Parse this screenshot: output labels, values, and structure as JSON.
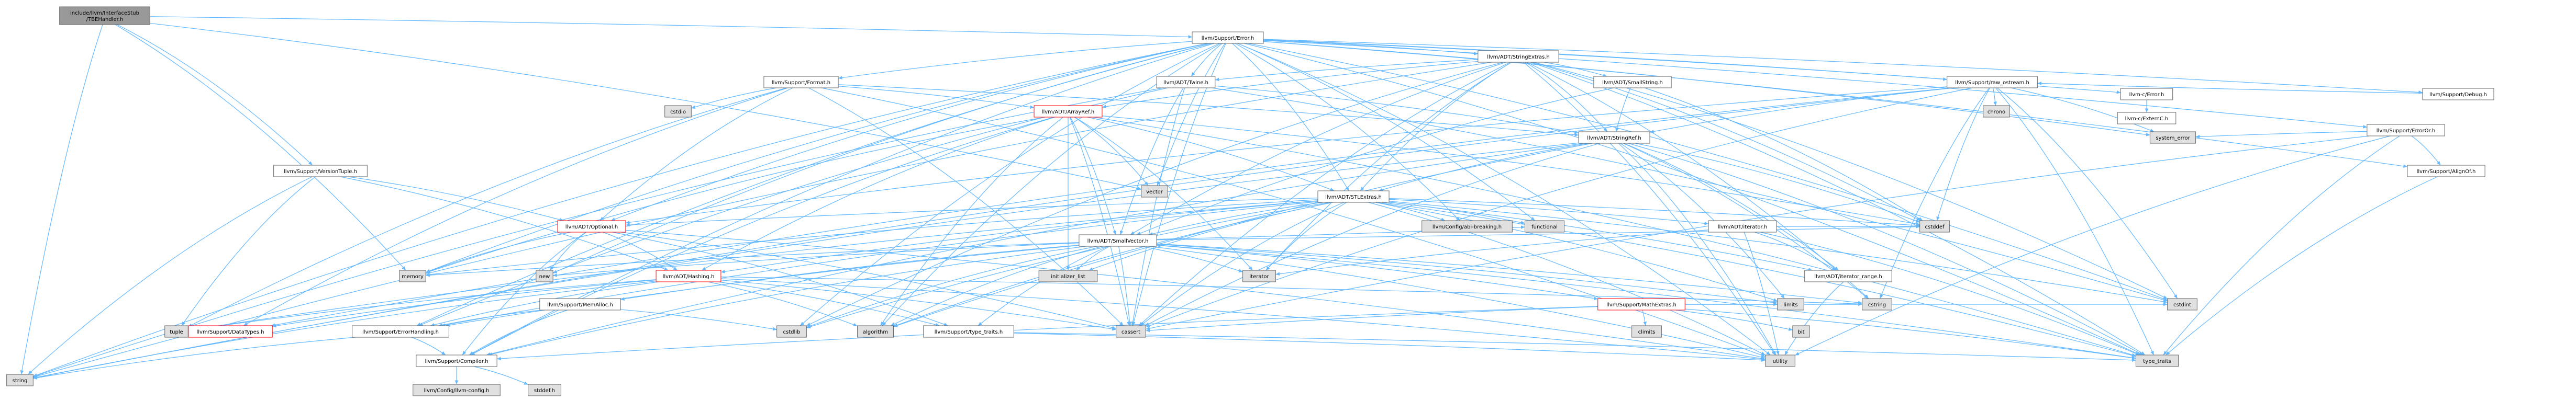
{
  "colors": {
    "focus_fill": "#999999",
    "internal_fill": "#ffffff",
    "internal_border": "#666666",
    "external_fill": "#e0e0e0",
    "incomplete_border": "#ff0000",
    "edge": "#63b8ff"
  },
  "nodes": [
    {
      "id": "root",
      "lines": [
        "include/llvm/InterfaceStub",
        "/TBEHandler.h"
      ],
      "kind": "focus"
    },
    {
      "id": "error",
      "lines": [
        "llvm/Support/Error.h"
      ],
      "kind": "internal"
    },
    {
      "id": "stringextras",
      "lines": [
        "llvm/ADT/StringExtras.h"
      ],
      "kind": "internal"
    },
    {
      "id": "rawostream",
      "lines": [
        "llvm/Support/raw_ostream.h"
      ],
      "kind": "internal"
    },
    {
      "id": "format",
      "lines": [
        "llvm/Support/Format.h"
      ],
      "kind": "internal"
    },
    {
      "id": "twine",
      "lines": [
        "llvm/ADT/Twine.h"
      ],
      "kind": "internal"
    },
    {
      "id": "smallstring",
      "lines": [
        "llvm/ADT/SmallString.h"
      ],
      "kind": "internal"
    },
    {
      "id": "cerror",
      "lines": [
        "llvm-c/Error.h"
      ],
      "kind": "internal"
    },
    {
      "id": "cexternc",
      "lines": [
        "llvm-c/ExternC.h"
      ],
      "kind": "internal"
    },
    {
      "id": "debug",
      "lines": [
        "llvm/Support/Debug.h"
      ],
      "kind": "internal"
    },
    {
      "id": "erroror",
      "lines": [
        "llvm/Support/ErrorOr.h"
      ],
      "kind": "internal"
    },
    {
      "id": "alignof",
      "lines": [
        "llvm/Support/AlignOf.h"
      ],
      "kind": "internal"
    },
    {
      "id": "versiontuple",
      "lines": [
        "llvm/Support/VersionTuple.h"
      ],
      "kind": "internal"
    },
    {
      "id": "arrayref",
      "lines": [
        "llvm/ADT/ArrayRef.h"
      ],
      "kind": "incomplete"
    },
    {
      "id": "stringref",
      "lines": [
        "llvm/ADT/StringRef.h"
      ],
      "kind": "internal"
    },
    {
      "id": "stlextras",
      "lines": [
        "llvm/ADT/STLExtras.h"
      ],
      "kind": "internal"
    },
    {
      "id": "optional",
      "lines": [
        "llvm/ADT/Optional.h"
      ],
      "kind": "incomplete"
    },
    {
      "id": "smallvector",
      "lines": [
        "llvm/ADT/SmallVector.h"
      ],
      "kind": "internal"
    },
    {
      "id": "iterator",
      "lines": [
        "llvm/ADT/iterator.h"
      ],
      "kind": "internal"
    },
    {
      "id": "iteratorrange",
      "lines": [
        "llvm/ADT/iterator_range.h"
      ],
      "kind": "internal"
    },
    {
      "id": "hashing",
      "lines": [
        "llvm/ADT/Hashing.h"
      ],
      "kind": "incomplete"
    },
    {
      "id": "mathextras",
      "lines": [
        "llvm/Support/MathExtras.h"
      ],
      "kind": "incomplete"
    },
    {
      "id": "memalloc",
      "lines": [
        "llvm/Support/MemAlloc.h"
      ],
      "kind": "internal"
    },
    {
      "id": "errorhandling",
      "lines": [
        "llvm/Support/ErrorHandling.h"
      ],
      "kind": "internal"
    },
    {
      "id": "compiler",
      "lines": [
        "llvm/Support/Compiler.h"
      ],
      "kind": "internal"
    },
    {
      "id": "datatypes",
      "lines": [
        "llvm/Support/DataTypes.h"
      ],
      "kind": "incomplete"
    },
    {
      "id": "typetraitsllvm",
      "lines": [
        "llvm/Support/type_traits.h"
      ],
      "kind": "internal"
    },
    {
      "id": "abibreaking",
      "lines": [
        "llvm/Config/abi-breaking.h"
      ],
      "kind": "external"
    },
    {
      "id": "llvmconfig",
      "lines": [
        "llvm/Config/llvm-config.h"
      ],
      "kind": "external"
    },
    {
      "id": "stddef",
      "lines": [
        "stddef.h"
      ],
      "kind": "external"
    },
    {
      "id": "string",
      "lines": [
        "string"
      ],
      "kind": "external"
    },
    {
      "id": "memory",
      "lines": [
        "memory"
      ],
      "kind": "external"
    },
    {
      "id": "new",
      "lines": [
        "new"
      ],
      "kind": "external"
    },
    {
      "id": "tuple",
      "lines": [
        "tuple"
      ],
      "kind": "external"
    },
    {
      "id": "cstdio",
      "lines": [
        "cstdio"
      ],
      "kind": "external"
    },
    {
      "id": "vector",
      "lines": [
        "vector"
      ],
      "kind": "external"
    },
    {
      "id": "functional",
      "lines": [
        "functional"
      ],
      "kind": "external"
    },
    {
      "id": "initlist",
      "lines": [
        "initializer_list"
      ],
      "kind": "external"
    },
    {
      "id": "iteratorstd",
      "lines": [
        "iterator"
      ],
      "kind": "external"
    },
    {
      "id": "algorithm",
      "lines": [
        "algorithm"
      ],
      "kind": "external"
    },
    {
      "id": "cassert",
      "lines": [
        "cassert"
      ],
      "kind": "external"
    },
    {
      "id": "cstddef",
      "lines": [
        "cstddef"
      ],
      "kind": "external"
    },
    {
      "id": "cstdlib",
      "lines": [
        "cstdlib"
      ],
      "kind": "external"
    },
    {
      "id": "cstring",
      "lines": [
        "cstring"
      ],
      "kind": "external"
    },
    {
      "id": "climits",
      "lines": [
        "climits"
      ],
      "kind": "external"
    },
    {
      "id": "limits",
      "lines": [
        "limits"
      ],
      "kind": "external"
    },
    {
      "id": "cstdint",
      "lines": [
        "cstdint"
      ],
      "kind": "external"
    },
    {
      "id": "utility",
      "lines": [
        "utility"
      ],
      "kind": "external"
    },
    {
      "id": "typetraits",
      "lines": [
        "type_traits"
      ],
      "kind": "external"
    },
    {
      "id": "systemerror",
      "lines": [
        "system_error"
      ],
      "kind": "external"
    },
    {
      "id": "chrono",
      "lines": [
        "chrono"
      ],
      "kind": "external"
    },
    {
      "id": "bit",
      "lines": [
        "bit"
      ],
      "kind": "external"
    }
  ],
  "edges": [
    [
      "root",
      "error"
    ],
    [
      "root",
      "versiontuple"
    ],
    [
      "root",
      "memory"
    ],
    [
      "root",
      "string"
    ],
    [
      "root",
      "vector"
    ],
    [
      "error",
      "cerror"
    ],
    [
      "error",
      "stringextras"
    ],
    [
      "error",
      "twine"
    ],
    [
      "error",
      "abibreaking"
    ],
    [
      "error",
      "alignof"
    ],
    [
      "error",
      "compiler"
    ],
    [
      "error",
      "debug"
    ],
    [
      "error",
      "errorhandling"
    ],
    [
      "error",
      "erroror"
    ],
    [
      "error",
      "format"
    ],
    [
      "error",
      "rawostream"
    ],
    [
      "error",
      "algorithm"
    ],
    [
      "error",
      "cassert"
    ],
    [
      "error",
      "cstdint"
    ],
    [
      "error",
      "cstdlib"
    ],
    [
      "error",
      "functional"
    ],
    [
      "error",
      "memory"
    ],
    [
      "error",
      "new"
    ],
    [
      "error",
      "optional"
    ],
    [
      "error",
      "string"
    ],
    [
      "error",
      "systemerror"
    ],
    [
      "error",
      "typetraits"
    ],
    [
      "error",
      "utility"
    ],
    [
      "error",
      "vector"
    ],
    [
      "error",
      "stlextras"
    ],
    [
      "cerror",
      "cexternc"
    ],
    [
      "stringextras",
      "arrayref"
    ],
    [
      "stringextras",
      "smallstring"
    ],
    [
      "stringextras",
      "stringref"
    ],
    [
      "stringextras",
      "twine"
    ],
    [
      "stringextras",
      "cassert"
    ],
    [
      "stringextras",
      "cstddef"
    ],
    [
      "stringextras",
      "cstdint"
    ],
    [
      "stringextras",
      "cstdlib"
    ],
    [
      "stringextras",
      "cstring"
    ],
    [
      "stringextras",
      "iteratorstd"
    ],
    [
      "stringextras",
      "string"
    ],
    [
      "stringextras",
      "utility"
    ],
    [
      "stringextras",
      "typetraits"
    ],
    [
      "stringextras",
      "stlextras"
    ],
    [
      "stringextras",
      "smallvector"
    ],
    [
      "smallstring",
      "smallvector"
    ],
    [
      "smallstring",
      "stringref"
    ],
    [
      "smallstring",
      "cstddef"
    ],
    [
      "twine",
      "smallvector"
    ],
    [
      "twine",
      "stringref"
    ],
    [
      "twine",
      "errorhandling"
    ],
    [
      "twine",
      "cassert"
    ],
    [
      "twine",
      "cstdint"
    ],
    [
      "twine",
      "string"
    ],
    [
      "rawostream",
      "stringref"
    ],
    [
      "rawostream",
      "datatypes"
    ],
    [
      "rawostream",
      "cassert"
    ],
    [
      "rawostream",
      "chrono"
    ],
    [
      "rawostream",
      "cstddef"
    ],
    [
      "rawostream",
      "cstdint"
    ],
    [
      "rawostream",
      "cstring"
    ],
    [
      "rawostream",
      "optional"
    ],
    [
      "rawostream",
      "string"
    ],
    [
      "rawostream",
      "systemerror"
    ],
    [
      "rawostream",
      "typetraits"
    ],
    [
      "format",
      "arrayref"
    ],
    [
      "format",
      "stringref"
    ],
    [
      "format",
      "datatypes"
    ],
    [
      "format",
      "cassert"
    ],
    [
      "format",
      "cstdio"
    ],
    [
      "format",
      "optional"
    ],
    [
      "format",
      "tuple"
    ],
    [
      "format",
      "utility"
    ],
    [
      "debug",
      "rawostream"
    ],
    [
      "erroror",
      "alignof"
    ],
    [
      "erroror",
      "cassert"
    ],
    [
      "erroror",
      "systemerror"
    ],
    [
      "erroror",
      "typetraits"
    ],
    [
      "erroror",
      "utility"
    ],
    [
      "alignof",
      "typetraits"
    ],
    [
      "versiontuple",
      "hashing"
    ],
    [
      "versiontuple",
      "optional"
    ],
    [
      "versiontuple",
      "string"
    ],
    [
      "versiontuple",
      "tuple"
    ],
    [
      "arrayref",
      "hashing"
    ],
    [
      "arrayref",
      "smallvector"
    ],
    [
      "arrayref",
      "stlextras"
    ],
    [
      "arrayref",
      "compiler"
    ],
    [
      "arrayref",
      "algorithm"
    ],
    [
      "arrayref",
      "array"
    ],
    [
      "arrayref",
      "cassert"
    ],
    [
      "arrayref",
      "cstddef"
    ],
    [
      "arrayref",
      "initlist"
    ],
    [
      "arrayref",
      "iteratorstd"
    ],
    [
      "arrayref",
      "memory"
    ],
    [
      "arrayref",
      "typetraits"
    ],
    [
      "arrayref",
      "vector"
    ],
    [
      "stringref",
      "stlextras"
    ],
    [
      "stringref",
      "iteratorrange"
    ],
    [
      "stringref",
      "compiler"
    ],
    [
      "stringref",
      "algorithm"
    ],
    [
      "stringref",
      "cassert"
    ],
    [
      "stringref",
      "cstddef"
    ],
    [
      "stringref",
      "cstring"
    ],
    [
      "stringref",
      "limits"
    ],
    [
      "stringref",
      "string"
    ],
    [
      "stringref",
      "typetraits"
    ],
    [
      "stringref",
      "utility"
    ],
    [
      "stlextras",
      "hashing"
    ],
    [
      "stlextras",
      "optional"
    ],
    [
      "stlextras",
      "abibreaking"
    ],
    [
      "stlextras",
      "iterator"
    ],
    [
      "stlextras",
      "iteratorrange"
    ],
    [
      "stlextras",
      "errorhandling"
    ],
    [
      "stlextras",
      "algorithm"
    ],
    [
      "stlextras",
      "cassert"
    ],
    [
      "stlextras",
      "cstddef"
    ],
    [
      "stlextras",
      "cstdint"
    ],
    [
      "stlextras",
      "cstdlib"
    ],
    [
      "stlextras",
      "functional"
    ],
    [
      "stlextras",
      "initlist"
    ],
    [
      "stlextras",
      "iteratorstd"
    ],
    [
      "stlextras",
      "limits"
    ],
    [
      "stlextras",
      "memory"
    ],
    [
      "stlextras",
      "tuple"
    ],
    [
      "stlextras",
      "typetraits"
    ],
    [
      "stlextras",
      "utility"
    ],
    [
      "stlextras",
      "smallvector"
    ],
    [
      "optional",
      "hashing"
    ],
    [
      "optional",
      "compiler"
    ],
    [
      "optional",
      "typetraitsllvm"
    ],
    [
      "optional",
      "cassert"
    ],
    [
      "optional",
      "new"
    ],
    [
      "optional",
      "utility"
    ],
    [
      "optional",
      "memory"
    ],
    [
      "smallvector",
      "compiler"
    ],
    [
      "smallvector",
      "errorhandling"
    ],
    [
      "smallvector",
      "memalloc"
    ],
    [
      "smallvector",
      "typetraitsllvm"
    ],
    [
      "smallvector",
      "algorithm"
    ],
    [
      "smallvector",
      "cassert"
    ],
    [
      "smallvector",
      "cstddef"
    ],
    [
      "smallvector",
      "cstdlib"
    ],
    [
      "smallvector",
      "cstring"
    ],
    [
      "smallvector",
      "functional"
    ],
    [
      "smallvector",
      "initlist"
    ],
    [
      "smallvector",
      "iteratorstd"
    ],
    [
      "smallvector",
      "limits"
    ],
    [
      "smallvector",
      "memory"
    ],
    [
      "smallvector",
      "new"
    ],
    [
      "smallvector",
      "typetraits"
    ],
    [
      "smallvector",
      "utility"
    ],
    [
      "smallvector",
      "mathextras"
    ],
    [
      "iterator",
      "iteratorrange"
    ],
    [
      "iterator",
      "cstddef"
    ],
    [
      "iterator",
      "iteratorstd"
    ],
    [
      "iterator",
      "typetraits"
    ],
    [
      "iterator",
      "utility"
    ],
    [
      "iteratorrange",
      "utility"
    ],
    [
      "hashing",
      "errorhandling"
    ],
    [
      "hashing",
      "typetraitsllvm"
    ],
    [
      "hashing",
      "algorithm"
    ],
    [
      "hashing",
      "cassert"
    ],
    [
      "hashing",
      "cstring"
    ],
    [
      "hashing",
      "string"
    ],
    [
      "hashing",
      "tuple"
    ],
    [
      "hashing",
      "utility"
    ],
    [
      "hashing",
      "datatypes"
    ],
    [
      "mathextras",
      "compiler"
    ],
    [
      "mathextras",
      "bit"
    ],
    [
      "mathextras",
      "cassert"
    ],
    [
      "mathextras",
      "climits"
    ],
    [
      "mathextras",
      "cstdint"
    ],
    [
      "mathextras",
      "cstring"
    ],
    [
      "mathextras",
      "limits"
    ],
    [
      "mathextras",
      "typetraits"
    ],
    [
      "memalloc",
      "compiler"
    ],
    [
      "memalloc",
      "errorhandling"
    ],
    [
      "memalloc",
      "cstdlib"
    ],
    [
      "errorhandling",
      "compiler"
    ],
    [
      "errorhandling",
      "string"
    ],
    [
      "compiler",
      "llvmconfig"
    ],
    [
      "compiler",
      "stddef"
    ],
    [
      "typetraitsllvm",
      "typetraits"
    ],
    [
      "typetraitsllvm",
      "utility"
    ]
  ]
}
